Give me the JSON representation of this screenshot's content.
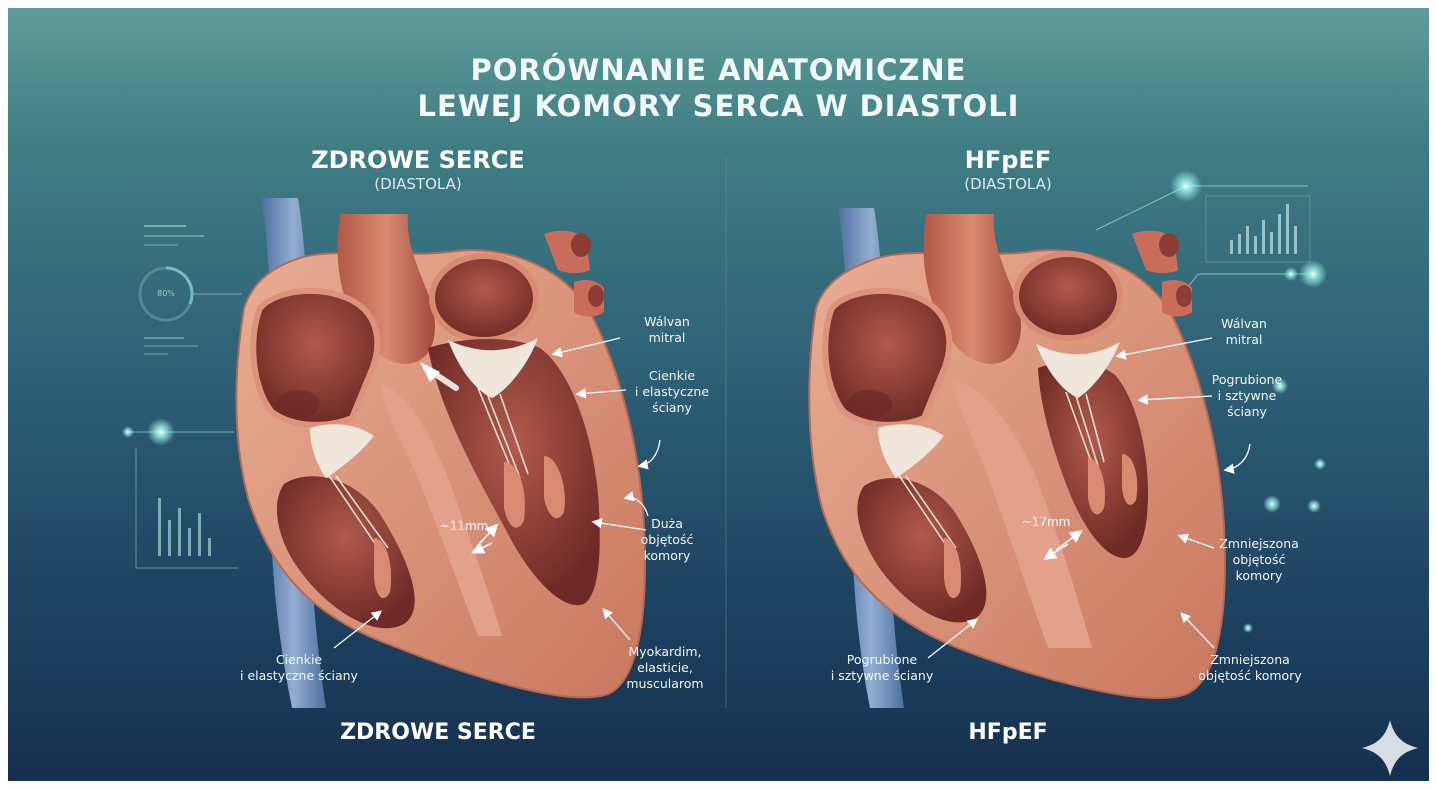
{
  "title": {
    "line1": "PORÓWNANIE ANATOMICZNE",
    "line2": "LEWEJ KOMORY SERCA W DIASTOLI"
  },
  "panels": [
    {
      "id": "healthy",
      "heading": "ZDROWE SERCE",
      "subheading": "(DIASTOLA)",
      "bottom_label": "ZDROWE SERCE",
      "wall_measurement": "~11mm",
      "labels": {
        "valve": [
          "Wálvan",
          "mitral"
        ],
        "walls_right": [
          "Cienkie",
          "i elastyczne",
          "ściany"
        ],
        "volume": [
          "Duża",
          "objętość",
          "komory"
        ],
        "myocardium": [
          "Myokardim,",
          "elasticie,",
          "muscularom"
        ],
        "walls_bottom": [
          "Cienkie",
          "i elastyczne ściany"
        ]
      }
    },
    {
      "id": "hfpef",
      "heading": "HFpEF",
      "subheading": "(DIASTOLA)",
      "bottom_label": "HFpEF",
      "wall_measurement": "~17mm",
      "labels": {
        "valve": [
          "Wálvan",
          "mitral"
        ],
        "walls_right": [
          "Pogrubione",
          "i sztywne",
          "ściany"
        ],
        "volume": [
          "Zmniejszona",
          "objętość",
          "komory"
        ],
        "volume_bottom": [
          "Zmniejszona",
          "objętość komory"
        ],
        "walls_bottom": [
          "Pogrubione",
          "i sztywne ściany"
        ]
      }
    }
  ],
  "hud": {
    "gauge_value": "80%"
  },
  "colors": {
    "background_top": "#5f9c98",
    "background_bottom": "#16304f",
    "heart_wall": "#e3a08a",
    "heart_dark": "#8c3c34",
    "valve": "#f1e6dc",
    "vein": "#7d9cc4",
    "glow": "#9ff5ec"
  },
  "icons": {
    "corner": "sparkle-icon"
  }
}
